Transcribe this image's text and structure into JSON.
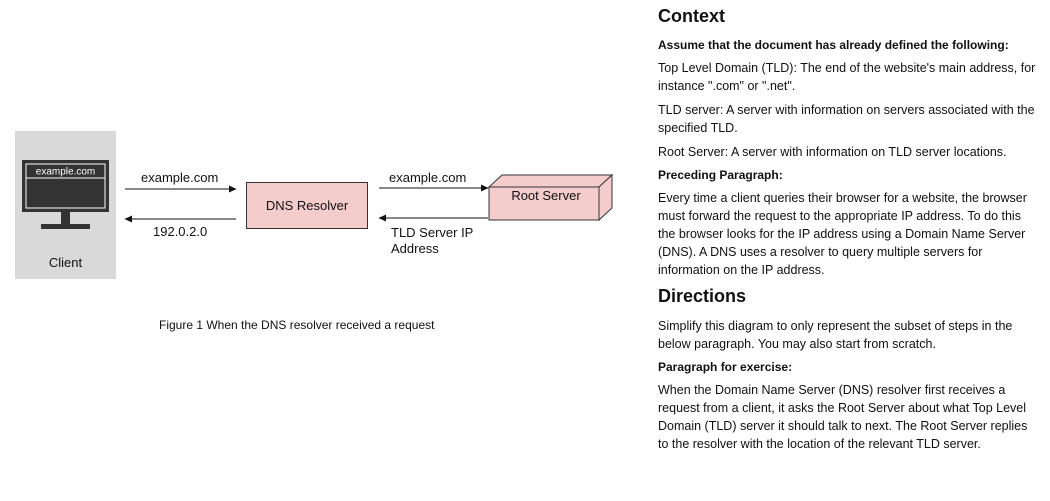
{
  "diagram": {
    "client": {
      "screen_text": "example.com",
      "label": "Client"
    },
    "resolver_label": "DNS Resolver",
    "root_server_label": "Root Server",
    "arrow_labels": {
      "client_to_resolver": "example.com",
      "resolver_to_client": "192.0.2.0",
      "resolver_to_root": "example.com",
      "root_to_resolver_line1": "TLD Server IP",
      "root_to_resolver_line2": "Address"
    },
    "caption": "Figure 1 When the DNS resolver received a request",
    "colors": {
      "client_bg": "#d9d9d9",
      "node_fill": "#f4cccc",
      "monitor": "#333333"
    }
  },
  "panel": {
    "context_heading": "Context",
    "assume_heading": "Assume that the document has already defined the following:",
    "definitions": [
      "Top Level Domain (TLD): The end of the website's main address, for instance \".com\" or \".net\".",
      "TLD server: A server with information on servers associated with the specified TLD.",
      "Root Server: A server with information on TLD server locations."
    ],
    "preceding_heading": "Preceding Paragraph:",
    "preceding_text": "Every time a client queries their browser for a website, the browser must forward the request to the appropriate IP address. To do this the browser looks for the IP address using a Domain Name Server (DNS). A DNS uses a resolver to query multiple servers for information on the IP address.",
    "directions_heading": "Directions",
    "directions_text": "Simplify this diagram to only represent the subset of steps in the below paragraph. You may also start from scratch.",
    "exercise_heading": "Paragraph for exercise:",
    "exercise_text": "When the Domain Name Server (DNS) resolver first receives a request from a client, it asks the Root Server about what Top Level Domain (TLD) server it should talk to next. The Root Server replies to the resolver with the location of the relevant TLD server."
  }
}
